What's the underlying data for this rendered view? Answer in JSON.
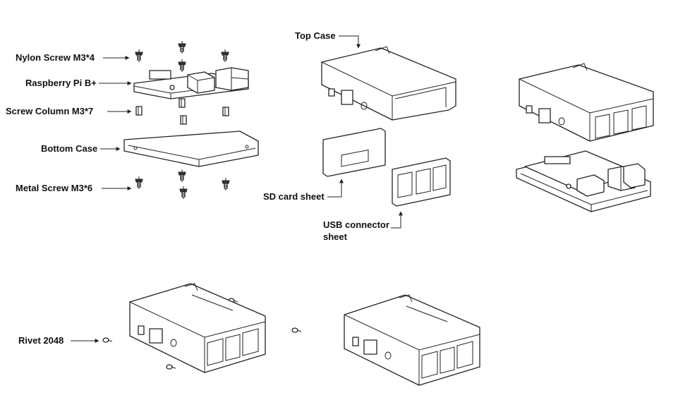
{
  "labels": {
    "nylon_screw": "Nylon Screw M3*4",
    "raspberry_pi": "Raspberry Pi B+",
    "screw_column": "Screw Column M3*7",
    "bottom_case": "Bottom Case",
    "metal_screw": "Metal Screw M3*6",
    "top_case": "Top Case",
    "sd_card_sheet": "SD card sheet",
    "usb_sheet_line1": "USB connector",
    "usb_sheet_line2": "sheet",
    "rivet": "Rivet 2048"
  },
  "colors": {
    "line": "#222222",
    "text": "#111111",
    "background": "#ffffff"
  }
}
